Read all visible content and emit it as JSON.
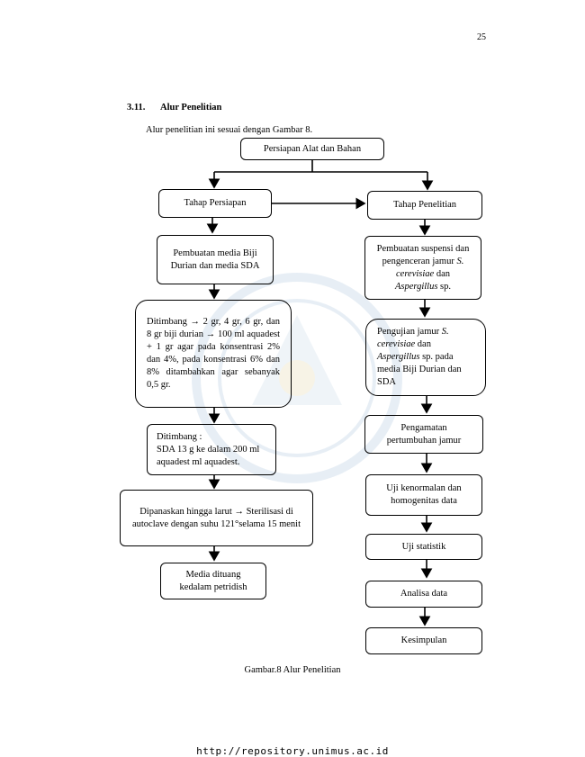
{
  "page_number": "25",
  "section": {
    "number": "3.11.",
    "title": "Alur Penelitian"
  },
  "intro_text": "Alur penelitian ini sesuai dengan Gambar 8.",
  "flow": {
    "start": "Persiapan Alat dan Bahan",
    "left": {
      "phase": "Tahap Persiapan",
      "step1": "Pembuatan media Biji Durian dan media SDA",
      "step2": "Ditimbang → 2 gr, 4 gr, 6 gr, dan 8 gr biji durian → 100 ml aquadest + 1 gr agar pada konsentrasi 2% dan 4%, pada konsentrasi 6% dan 8% ditambahkan agar sebanyak 0,5 gr.",
      "step3_line1": "Ditimbang :",
      "step3_line2": "SDA 13 g ke dalam 200 ml aquadest ml aquadest.",
      "step4": "Dipanaskan hingga larut → Sterilisasi di autoclave dengan suhu 121°selama 15 menit",
      "step5": "Media dituang kedalam petridish"
    },
    "right": {
      "phase": "Tahap Penelitian",
      "step1_a": "Pembuatan suspensi dan pengenceran jamur ",
      "step1_b": "S. cerevisiae",
      "step1_c": " dan ",
      "step1_d": "Aspergillus",
      "step1_e": " sp.",
      "step2_a": "Pengujian jamur ",
      "step2_b": "S. cerevisiae",
      "step2_c": " dan ",
      "step2_d": "Aspergillus",
      "step2_e": " sp. pada media Biji Durian dan SDA",
      "step3": "Pengamatan pertumbuhan jamur",
      "step4": "Uji kenormalan dan homogenitas data",
      "step5": "Uji statistik",
      "step6": "Analisa data",
      "step7": "Kesimpulan"
    }
  },
  "caption": "Gambar.8 Alur Penelitian",
  "footer_url": "http://repository.unimus.ac.id"
}
